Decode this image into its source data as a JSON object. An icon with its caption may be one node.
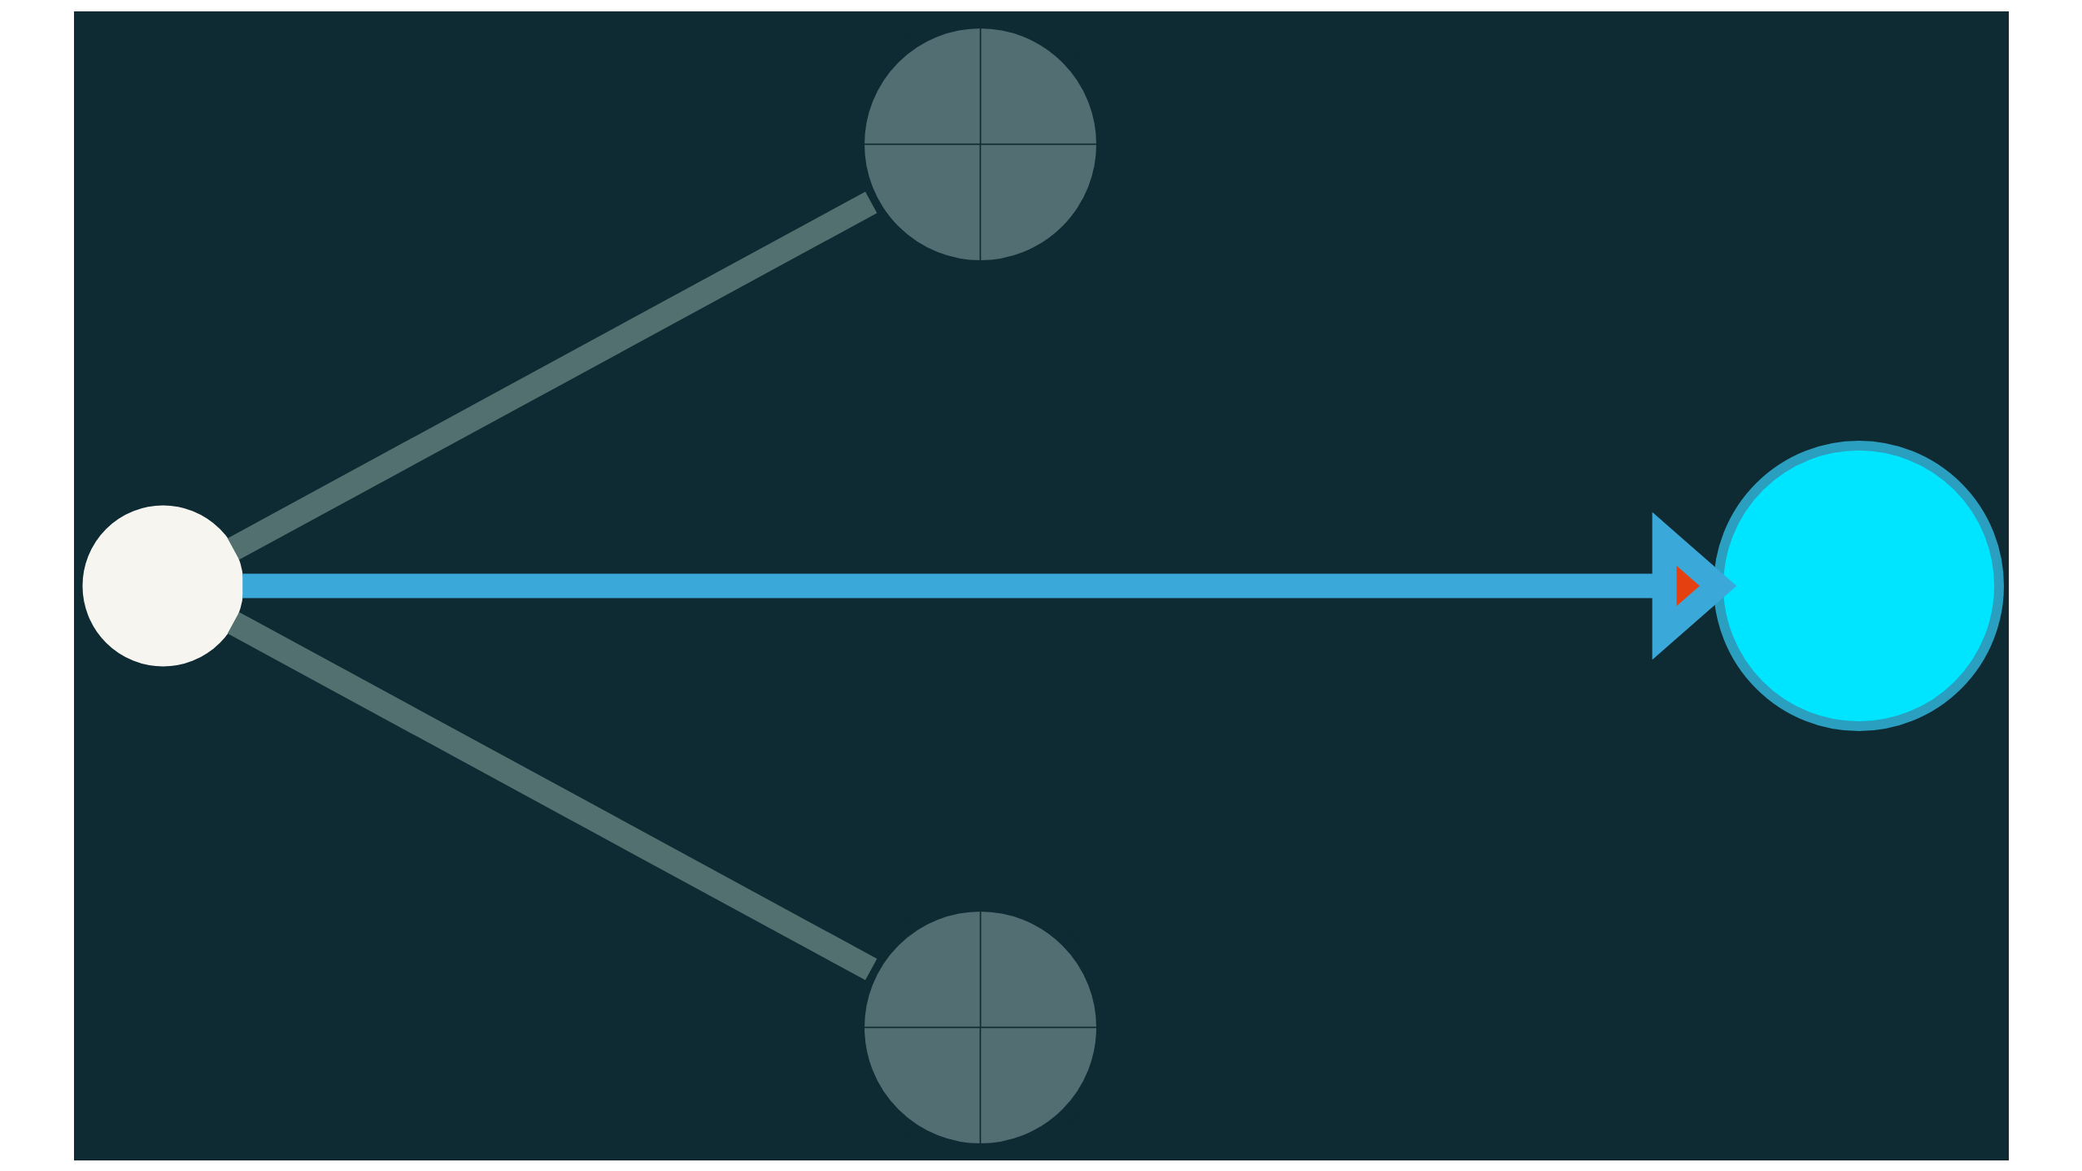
{
  "diagram": {
    "nodes": [
      {
        "text": [],
        "shape": "circle"
      },
      {
        "text": [],
        "shape": "circle"
      },
      {
        "text": [],
        "shape": "circle"
      },
      {
        "text": [],
        "shape": "circle"
      }
    ],
    "edges": [
      {
        "from": 0,
        "to": 1,
        "arrow": "none"
      },
      {
        "from": 0,
        "to": 2,
        "arrow": "to",
        "color": "#3aa8d8"
      },
      {
        "from": 0,
        "to": 3,
        "arrow": "none"
      }
    ]
  }
}
